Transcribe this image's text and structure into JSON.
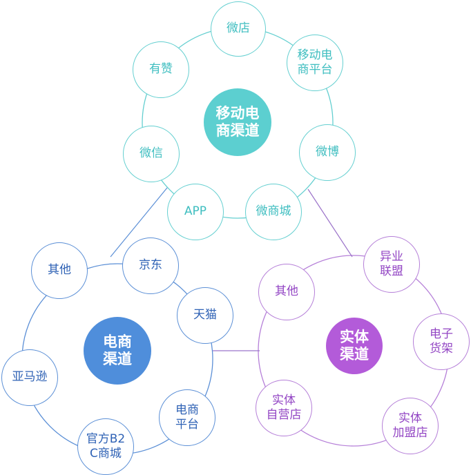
{
  "colors": {
    "teal": "#64cfd0",
    "teal_hub": "#5ccfd0",
    "blue": "#5b8fd6",
    "blue_hub": "#4f8edb",
    "purple": "#b57fd8",
    "purple_hub": "#b35bd9"
  },
  "mobile": {
    "hub": "移动电\n商渠道",
    "items": [
      "微店",
      "移动电\n商平台",
      "微博",
      "微商城",
      "APP",
      "微信",
      "有赞"
    ]
  },
  "ecommerce": {
    "hub": "电商\n渠道",
    "items": [
      "其他",
      "京东",
      "天猫",
      "电商\n平台",
      "官方B2\nC商城",
      "亚马逊"
    ]
  },
  "physical": {
    "hub": "实体\n渠道",
    "items": [
      "其他",
      "异业\n联盟",
      "电子\n货架",
      "实体\n加盟店",
      "实体\n自营店"
    ]
  }
}
